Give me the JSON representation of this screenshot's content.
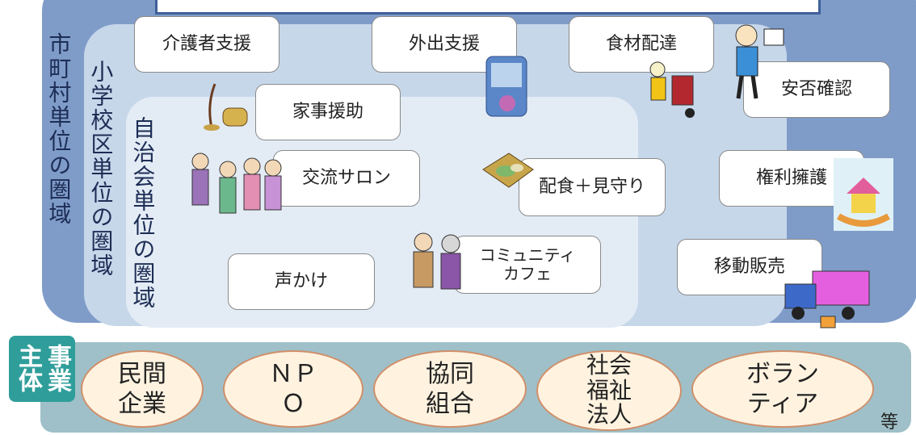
{
  "rings": {
    "city": "市町村単位の圏域",
    "school": "小学校区単位の圏域",
    "town": "自治会単位の圏域"
  },
  "services": {
    "caregiver_support": "介護者支援",
    "outing_support": "外出支援",
    "food_delivery": "食材配達",
    "safety_check": "安否確認",
    "housework": "家事援助",
    "salon": "交流サロン",
    "meal_watch": "配食＋見守り",
    "rights_advocacy": "権利擁護",
    "community_cafe": "コミュニティ\nカフェ",
    "mobile_sales": "移動販売",
    "greeting": "声かけ"
  },
  "entities": {
    "label_left": "事業",
    "label_right": "主体",
    "items": [
      "民間\n企業",
      "ＮＰ\nＯ",
      "協同\n組合",
      "社会\n福祉\n法人",
      "ボラン\nティア"
    ],
    "etc": "等"
  },
  "colors": {
    "outer_ring": "#7f9cc9",
    "middle_ring": "#c7d7ea",
    "inner_ring": "#e3ecf5",
    "entity_band": "#9fc0c8",
    "entity_tag": "#2f9e9b",
    "ellipse_fill": "#fff3e0",
    "ellipse_border": "#d08f6a"
  },
  "icons": [
    "vacuum-cleaner-icon",
    "wheelchair-vehicle-icon",
    "delivery-cart-icon",
    "person-with-clipboard-icon",
    "elderly-group-icon",
    "bento-box-icon",
    "elderly-couple-icon",
    "house-in-hands-icon",
    "delivery-truck-icon"
  ]
}
